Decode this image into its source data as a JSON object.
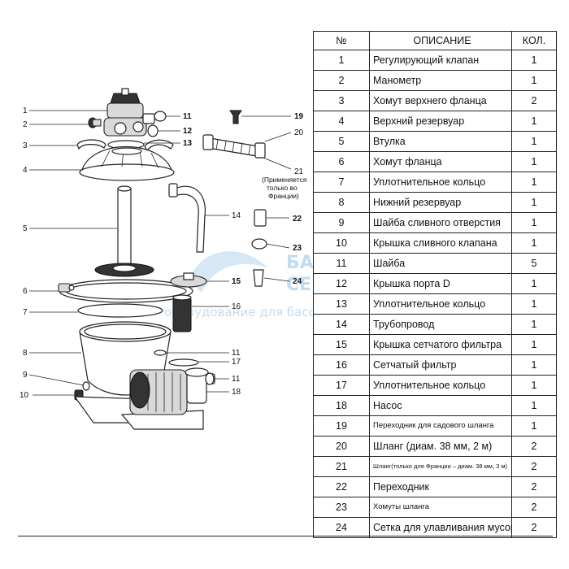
{
  "diagram": {
    "callouts": [
      "1",
      "2",
      "3",
      "4",
      "5",
      "6",
      "7",
      "8",
      "9",
      "10",
      "11",
      "12",
      "13",
      "14",
      "15",
      "16",
      "11",
      "17",
      "11",
      "18",
      "19",
      "20",
      "21",
      "22",
      "23",
      "24"
    ],
    "note_lines": [
      "(Применяется",
      "только во",
      "Франции)"
    ],
    "watermark": {
      "title": "БАССЕЙН",
      "title2": "СЕРВИС",
      "subtitle": "оборудование для бассейнов",
      "color": "#b9d6ee"
    }
  },
  "table": {
    "headers": {
      "num": "№",
      "desc": "ОПИСАНИЕ",
      "qty": "КОЛ."
    },
    "rows": [
      {
        "num": "1",
        "desc": "Регулирующий клапан",
        "qty": "1"
      },
      {
        "num": "2",
        "desc": "Манометр",
        "qty": "1"
      },
      {
        "num": "3",
        "desc": "Хомут верхнего фланца",
        "qty": "2"
      },
      {
        "num": "4",
        "desc": "Верхний резервуар",
        "qty": "1"
      },
      {
        "num": "5",
        "desc": "Втулка",
        "qty": "1"
      },
      {
        "num": "6",
        "desc": "Хомут фланца",
        "qty": "1"
      },
      {
        "num": "7",
        "desc": "Уплотнительное кольцо",
        "qty": "1"
      },
      {
        "num": "8",
        "desc": "Нижний резервуар",
        "qty": "1"
      },
      {
        "num": "9",
        "desc": "Шайба сливного отверстия",
        "qty": "1"
      },
      {
        "num": "10",
        "desc": "Крышка сливного клапана",
        "qty": "1"
      },
      {
        "num": "11",
        "desc": "Шайба",
        "qty": "5"
      },
      {
        "num": "12",
        "desc": "Крышка порта D",
        "qty": "1"
      },
      {
        "num": "13",
        "desc": "Уплотнительное кольцо",
        "qty": "1"
      },
      {
        "num": "14",
        "desc": "Трубопровод",
        "qty": "1"
      },
      {
        "num": "15",
        "desc": "Крышка сетчатого фильтра",
        "qty": "1"
      },
      {
        "num": "16",
        "desc": "Сетчатый фильтр",
        "qty": "1"
      },
      {
        "num": "17",
        "desc": "Уплотнительное кольцо",
        "qty": "1"
      },
      {
        "num": "18",
        "desc": "Насос",
        "qty": "1"
      },
      {
        "num": "19",
        "desc": "Переходник для садового шланга",
        "qty": "1"
      },
      {
        "num": "20",
        "desc": "Шланг  (диам. 38 мм, 2 м)",
        "qty": "2"
      },
      {
        "num": "21",
        "desc": "Шланг(только для Франции – диам. 38 мм, 3 м)",
        "qty": "2"
      },
      {
        "num": "22",
        "desc": "Переходник",
        "qty": "2"
      },
      {
        "num": "23",
        "desc": "Хомуты шланга",
        "qty": "2"
      },
      {
        "num": "24",
        "desc": "Сетка для улавливания мусора",
        "qty": "2"
      }
    ]
  }
}
